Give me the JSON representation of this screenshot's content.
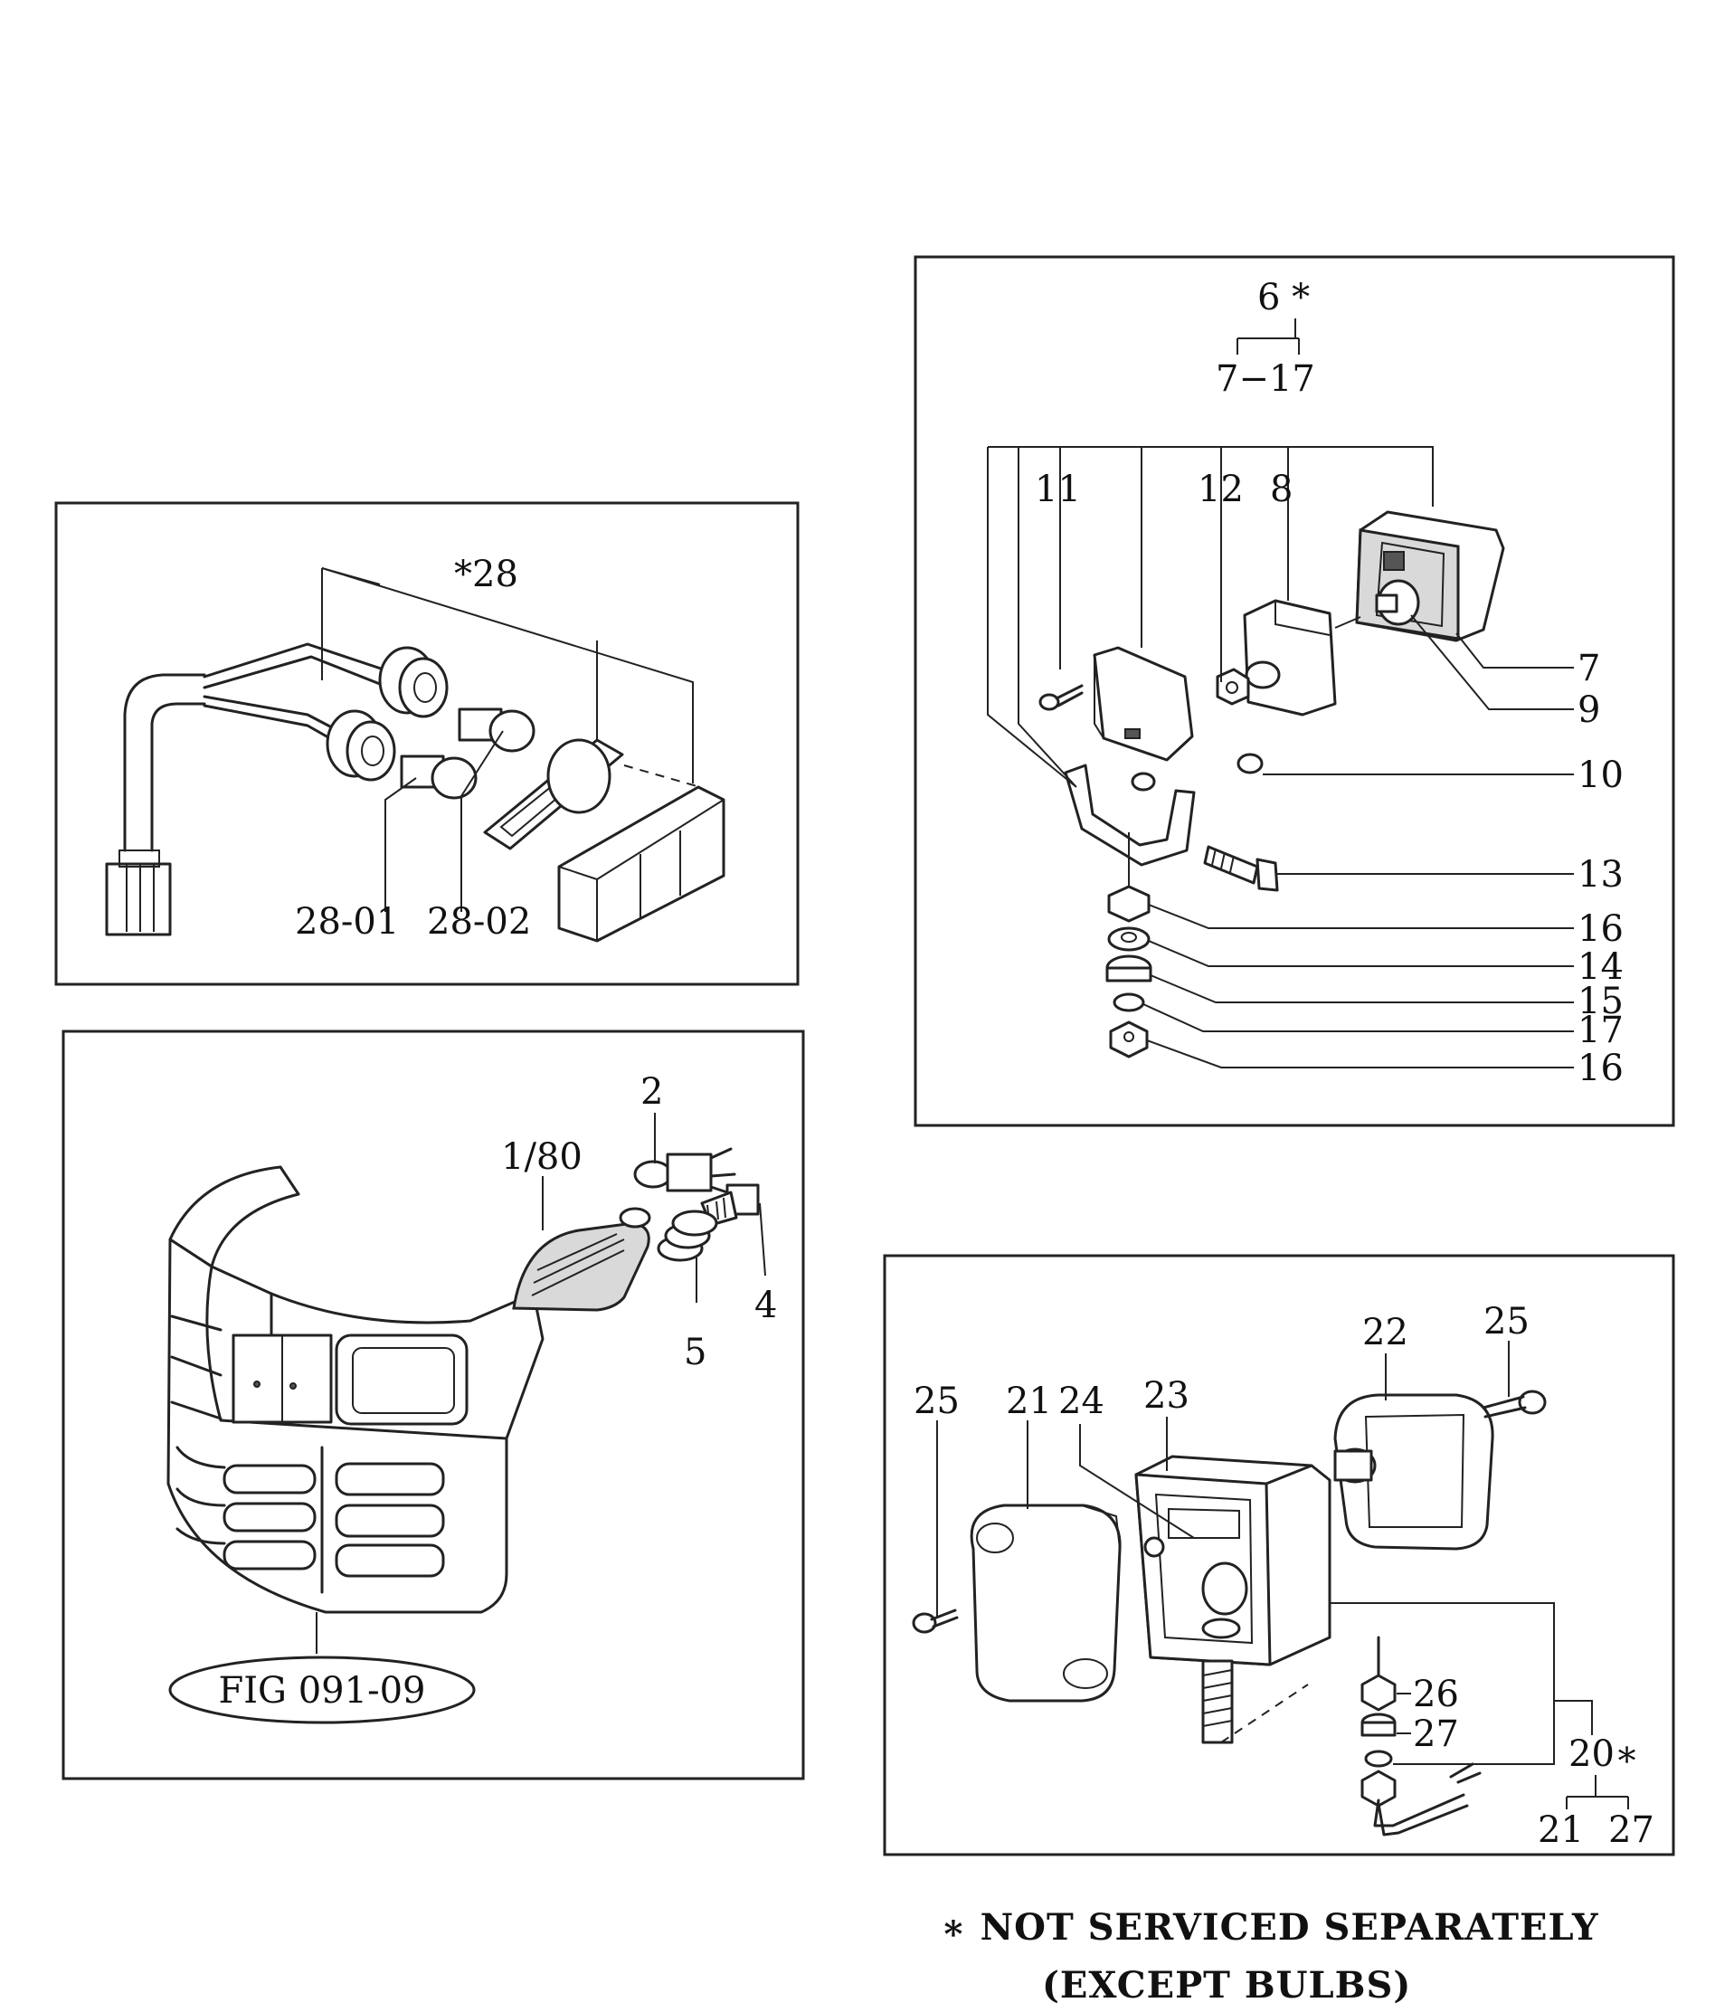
{
  "panels": {
    "harness": {
      "callouts": {
        "assembly": "*28",
        "bulb_a": "28-01",
        "bulb_b": "28-02"
      }
    },
    "headlight": {
      "callouts": {
        "lamp": "1/80",
        "bulb": "2",
        "screw": "4",
        "spring": "5"
      },
      "figure_ref": "FIG 091-09"
    },
    "work_lamp": {
      "callouts": {
        "assembly": "6 *",
        "range": "7−17",
        "p11": "11",
        "p12": "12",
        "p8": "8",
        "p7": "7",
        "p9": "9",
        "p10": "10",
        "p13": "13",
        "p16a": "16",
        "p14": "14",
        "p15": "15",
        "p17": "17",
        "p16b": "16"
      }
    },
    "flasher": {
      "callouts": {
        "p25a": "25",
        "p21": "21",
        "p24": "24",
        "p23": "23",
        "p22": "22",
        "p25b": "25",
        "p26": "26",
        "p27": "27",
        "assembly": "20∗",
        "r21": "21",
        "r27": "27"
      }
    }
  },
  "footnote": {
    "line1": "∗ NOT SERVICED SEPARATELY",
    "line2": "(EXCEPT BULBS)"
  }
}
